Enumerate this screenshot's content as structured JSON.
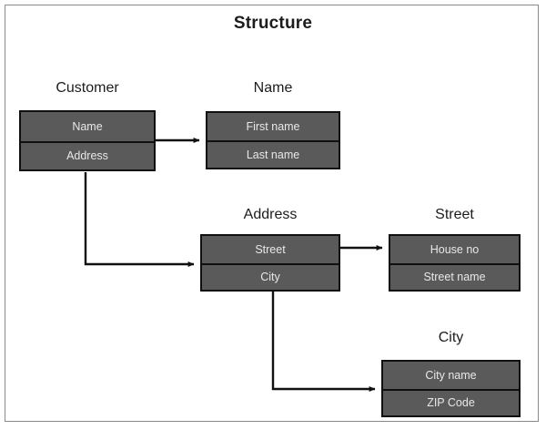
{
  "title": "Structure",
  "colors": {
    "box_fill": "#5a5a5a",
    "box_border": "#101010",
    "row_text": "#e8e8e8",
    "caption_text": "#1c1c1c",
    "frame_border": "#8a8a8a",
    "connector": "#101010",
    "background": "#ffffff"
  },
  "entities": [
    {
      "caption": "Customer",
      "rows": [
        "Name",
        "Address"
      ]
    },
    {
      "caption": "Name",
      "rows": [
        "First name",
        "Last name"
      ]
    },
    {
      "caption": "Address",
      "rows": [
        "Street",
        "City"
      ]
    },
    {
      "caption": "Street",
      "rows": [
        "House no",
        "Street name"
      ]
    },
    {
      "caption": "City",
      "rows": [
        "City name",
        "ZIP Code"
      ]
    }
  ],
  "connections": [
    {
      "from": "Customer.Name",
      "to": "Name",
      "style": "straight-arrow"
    },
    {
      "from": "Customer.Address",
      "to": "Address",
      "style": "elbow-arrow"
    },
    {
      "from": "Address.Street",
      "to": "Street",
      "style": "straight-arrow"
    },
    {
      "from": "Address.City",
      "to": "City",
      "style": "elbow-arrow"
    }
  ]
}
